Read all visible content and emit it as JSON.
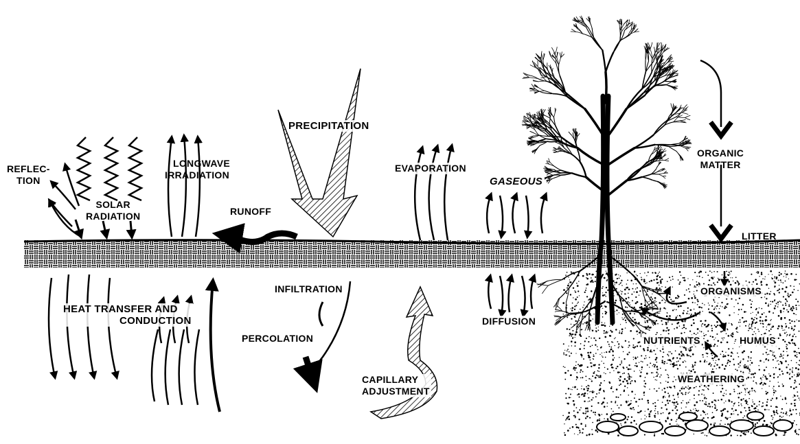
{
  "labels": {
    "reflection_line1": "REFLEC-",
    "reflection_line2": "TION",
    "solar_line1": "SOLAR",
    "solar_line2": "RADIATION",
    "longwave_line1": "LONGWAVE",
    "longwave_line2": "IRRADIATION",
    "runoff": "RUNOFF",
    "precipitation": "PRECIPITATION",
    "evaporation": "EVAPORATION",
    "gaseous": "GASEOUS",
    "organic_line1": "ORGANIC",
    "organic_line2": "MATTER",
    "litter": "LITTER",
    "heat_line1": "HEAT  TRANSFER  AND",
    "heat_line2": "CONDUCTION",
    "infiltration": "INFILTRATION",
    "percolation": "PERCOLATION",
    "capillary_line1": "CAPILLARY",
    "capillary_line2": "ADJUSTMENT",
    "diffusion": "DIFFUSION",
    "organisms": "ORGANISMS",
    "nutrients": "NUTRIENTS",
    "humus": "HUMUS",
    "weathering": "WEATHERING"
  },
  "colors": {
    "ink": "#000000",
    "paper": "#ffffff"
  }
}
